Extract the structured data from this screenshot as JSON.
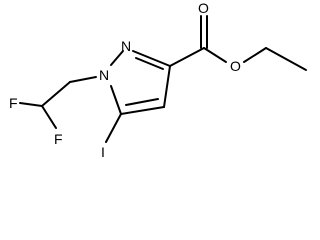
{
  "molecule": {
    "atoms": {
      "f_top": "F",
      "f_bottom": "F",
      "n1": "N",
      "n2": "N",
      "iodine": "I",
      "o_carbonyl": "O",
      "o_ester": "O"
    }
  }
}
